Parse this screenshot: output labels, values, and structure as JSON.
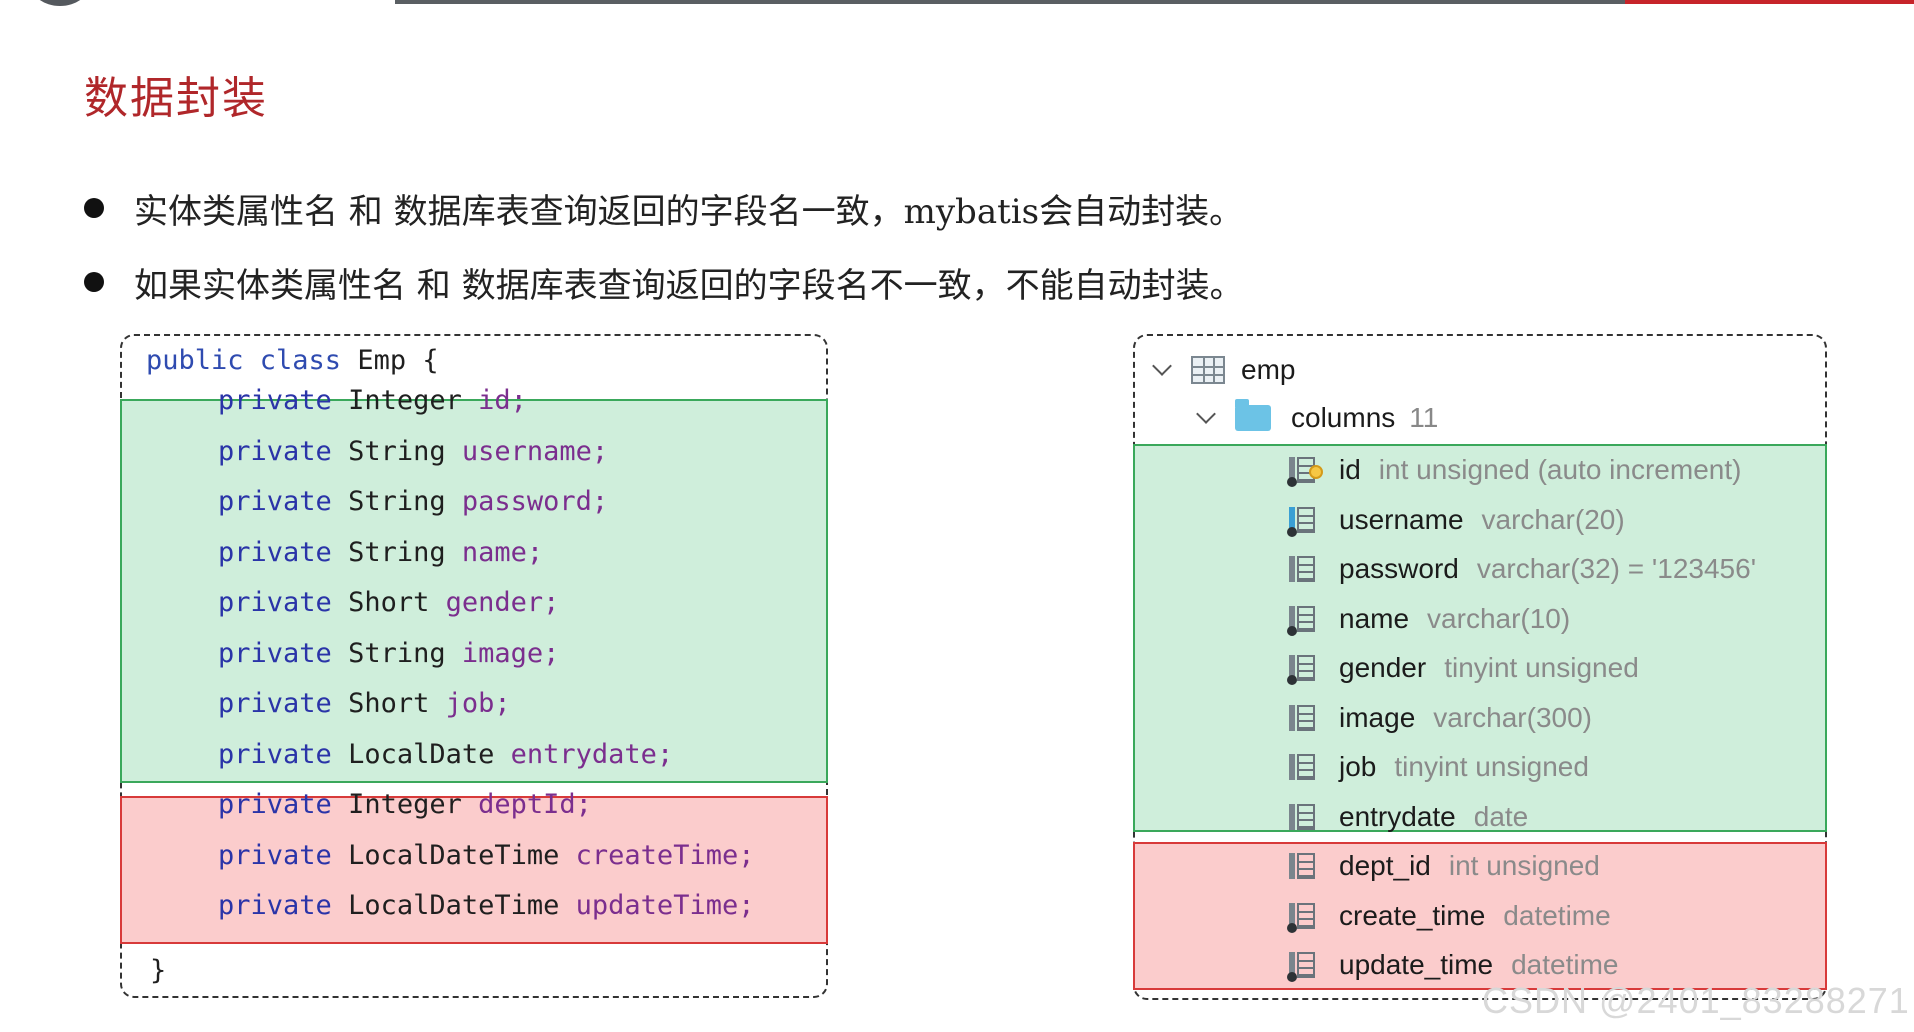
{
  "slide": {
    "title": "数据封装",
    "bullets": [
      "实体类属性名 和 数据库表查询返回的字段名一致，mybatis会自动封装。",
      "如果实体类属性名 和 数据库表查询返回的字段名不一致，不能自动封装。"
    ]
  },
  "code": {
    "header_kw": "public class",
    "class_name": "Emp {",
    "lines": [
      {
        "mod": "private",
        "type": "Integer",
        "field": "id;"
      },
      {
        "mod": "private",
        "type": "String",
        "field": "username;"
      },
      {
        "mod": "private",
        "type": "String",
        "field": "password;"
      },
      {
        "mod": "private",
        "type": "String",
        "field": "name;"
      },
      {
        "mod": "private",
        "type": "Short",
        "field": "gender;"
      },
      {
        "mod": "private",
        "type": "String",
        "field": "image;"
      },
      {
        "mod": "private",
        "type": "Short",
        "field": "job;"
      },
      {
        "mod": "private",
        "type": "LocalDate",
        "field": "entrydate;"
      },
      {
        "mod": "private",
        "type": "Integer",
        "field": "deptId;"
      },
      {
        "mod": "private",
        "type": "LocalDateTime",
        "field": "createTime;"
      },
      {
        "mod": "private",
        "type": "LocalDateTime",
        "field": "updateTime;"
      }
    ],
    "closing": "}"
  },
  "db": {
    "table_name": "emp",
    "columns_label": "columns",
    "columns_count": "11",
    "columns": [
      {
        "name": "id",
        "type": "int unsigned (auto increment)"
      },
      {
        "name": "username",
        "type": "varchar(20)"
      },
      {
        "name": "password",
        "type": "varchar(32) = '123456'"
      },
      {
        "name": "name",
        "type": "varchar(10)"
      },
      {
        "name": "gender",
        "type": "tinyint unsigned"
      },
      {
        "name": "image",
        "type": "varchar(300)"
      },
      {
        "name": "job",
        "type": "tinyint unsigned"
      },
      {
        "name": "entrydate",
        "type": "date"
      },
      {
        "name": "dept_id",
        "type": "int unsigned"
      },
      {
        "name": "create_time",
        "type": "datetime"
      },
      {
        "name": "update_time",
        "type": "datetime"
      }
    ]
  },
  "watermark": "CSDN @2401_83288271",
  "colors": {
    "title": "#b0272a",
    "match_bg": "#cfeedb",
    "match_border": "#3aa85b",
    "mismatch_bg": "#fbcccc",
    "mismatch_border": "#d83a3a",
    "keyword": "#2a34a8",
    "field": "#7b2e8e"
  }
}
